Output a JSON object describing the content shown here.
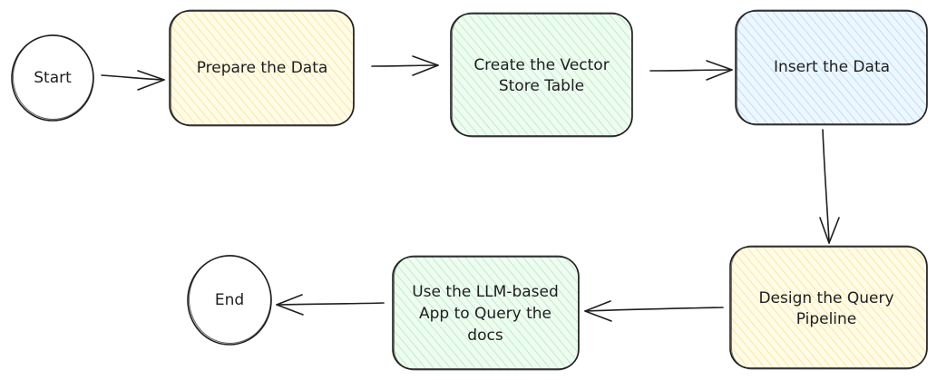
{
  "diagram": {
    "nodes": {
      "start": {
        "label": "Start",
        "shape": "circle"
      },
      "prepare": {
        "lines": [
          "Prepare the Data"
        ],
        "fill": "#fff3bf",
        "shape": "rounded-rect"
      },
      "create": {
        "lines": [
          "Create the Vector",
          "Store Table"
        ],
        "fill": "#d3f9d8",
        "shape": "rounded-rect"
      },
      "insert": {
        "lines": [
          "Insert the Data"
        ],
        "fill": "#d0ebff",
        "shape": "rounded-rect"
      },
      "design": {
        "lines": [
          "Design the Query",
          "Pipeline"
        ],
        "fill": "#fff3bf",
        "shape": "rounded-rect"
      },
      "use": {
        "lines": [
          "Use the LLM-based",
          "App to Query the",
          "docs"
        ],
        "fill": "#d3f9d8",
        "shape": "rounded-rect"
      },
      "end": {
        "label": "End",
        "shape": "circle"
      }
    },
    "edges": [
      {
        "from": "start",
        "to": "prepare"
      },
      {
        "from": "prepare",
        "to": "create"
      },
      {
        "from": "create",
        "to": "insert"
      },
      {
        "from": "insert",
        "to": "design"
      },
      {
        "from": "design",
        "to": "use"
      },
      {
        "from": "use",
        "to": "end"
      }
    ],
    "stroke_color": "#1e1e1e"
  }
}
